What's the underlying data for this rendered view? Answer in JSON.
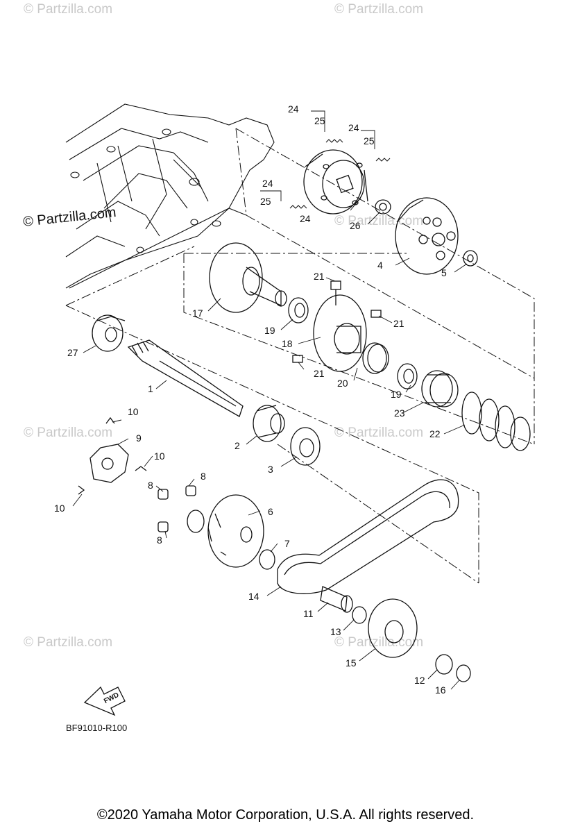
{
  "watermark": "© Partzilla.com",
  "diagram_code": "BF91010-R100",
  "fwd_label": "FWD",
  "copyright": "©2020 Yamaha Motor Corporation, U.S.A. All rights reserved.",
  "callouts": [
    "24",
    "25",
    "24",
    "25",
    "24",
    "25",
    "24",
    "26",
    "4",
    "5",
    "21",
    "21",
    "17",
    "19",
    "18",
    "21",
    "20",
    "19",
    "23",
    "22",
    "27",
    "1",
    "10",
    "9",
    "10",
    "8",
    "8",
    "10",
    "6",
    "8",
    "7",
    "2",
    "3",
    "14",
    "11",
    "13",
    "15",
    "12",
    "16"
  ]
}
